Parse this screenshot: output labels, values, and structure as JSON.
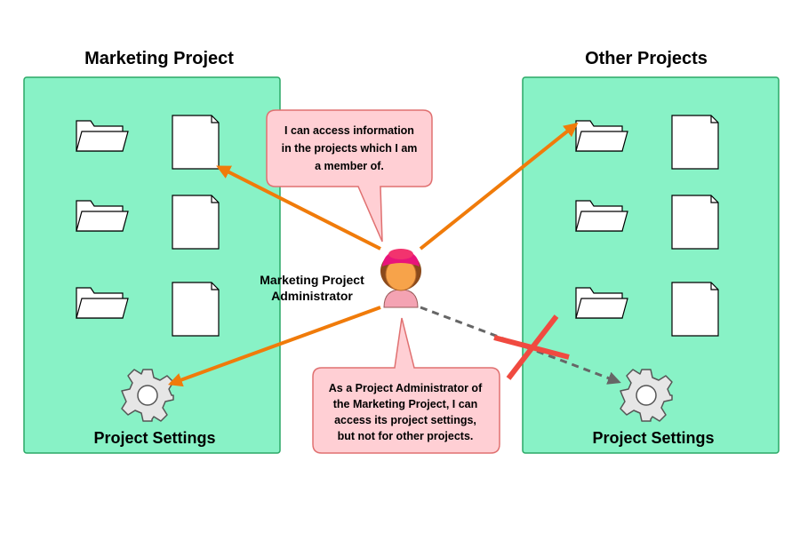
{
  "panels": {
    "left": {
      "title": "Marketing Project",
      "settings_label": "Project Settings"
    },
    "right": {
      "title": "Other Projects",
      "settings_label": "Project Settings"
    }
  },
  "user": {
    "label_line1": "Marketing Project",
    "label_line2": "Administrator"
  },
  "bubbles": {
    "top": {
      "lines": [
        "I can access information",
        "in the projects which I am",
        "a member of."
      ]
    },
    "bottom": {
      "lines": [
        "As a Project Administrator of",
        "the Marketing Project, I can",
        "access its project settings,",
        "but not for other projects."
      ]
    }
  },
  "colors": {
    "panel_fill": "#88f2c6",
    "panel_stroke": "#2aa866",
    "arrow": "#f07b0a",
    "denied_arrow": "#666666",
    "cross": "#f04a40",
    "bubble_fill": "#ffcfd4",
    "bubble_stroke": "#e07070"
  },
  "icons": {
    "folder": "folder-icon",
    "document": "document-icon",
    "gear": "gear-icon",
    "user": "user-avatar-icon"
  }
}
